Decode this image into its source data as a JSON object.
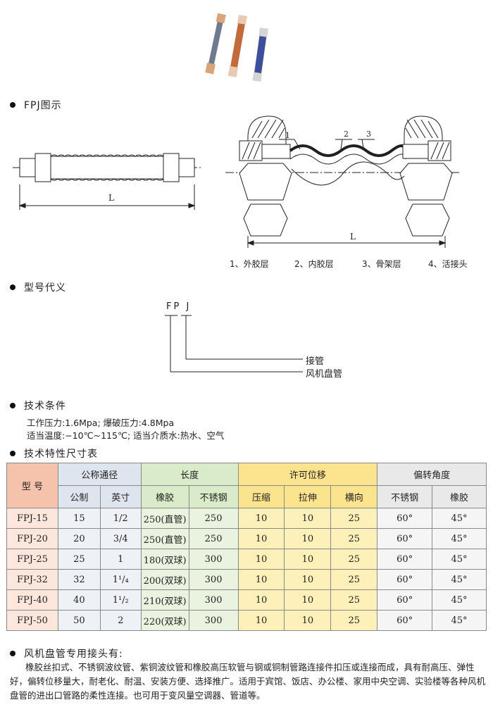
{
  "sections": {
    "diagram": "FPJ图示",
    "model": "型号代义",
    "tech": "技术条件",
    "table": "技术特性尺寸表",
    "connector": "风机盘管专用接头有:"
  },
  "diagram": {
    "length_label_left": "L",
    "length_label_right": "L",
    "callouts": [
      "1",
      "2",
      "3"
    ],
    "legend": [
      "1、外胶层",
      "2、内胶层",
      "3、骨架层",
      "4、活接头"
    ]
  },
  "model_code": {
    "letters": "FP J",
    "line1": "接管",
    "line2": "风机盘管"
  },
  "tech": {
    "line1": "工作压力:1.6Mpa; 爆破压力:4.8Mpa",
    "line2": "适当温度:−10℃~115℃; 适当介质水:热水、空气"
  },
  "table": {
    "h_type": "型 号",
    "h_dn": "公称通径",
    "h_len": "长度",
    "h_mov": "许可位移",
    "h_ang": "偏转角度",
    "sub": [
      "公制",
      "英寸",
      "橡胶",
      "不锈钢",
      "压缩",
      "拉伸",
      "横向",
      "不锈钢",
      "橡胶"
    ],
    "rows": [
      [
        "FPJ-15",
        "15",
        "1/2",
        "250(直管)",
        "250",
        "10",
        "10",
        "25",
        "60°",
        "45°"
      ],
      [
        "FPJ-20",
        "20",
        "3/4",
        "250(直管)",
        "250",
        "10",
        "10",
        "25",
        "60°",
        "45°"
      ],
      [
        "FPJ-25",
        "25",
        "1",
        "180(双球)",
        "300",
        "10",
        "10",
        "25",
        "60°",
        "45°"
      ],
      [
        "FPJ-32",
        "32",
        "1¹/₄",
        "200(双球)",
        "300",
        "10",
        "10",
        "25",
        "60°",
        "45°"
      ],
      [
        "FPJ-40",
        "40",
        "1¹/₂",
        "210(双球)",
        "300",
        "10",
        "10",
        "25",
        "60°",
        "45°"
      ],
      [
        "FPJ-50",
        "50",
        "2",
        "220(双球)",
        "300",
        "10",
        "10",
        "25",
        "60°",
        "45°"
      ]
    ]
  },
  "paragraph": "橡胶丝扣式、不锈钢波纹管、紫铜波纹管和橡胶高压软管与钢或铜制管路连接件扣压或连接而成，具有耐高压、弹性好，偏转位移量大，耐老化、耐温、安装方便、选择推广。适用于宾馆、饭店、办公楼、家用中央空调、实验楼等各种风机盘管的进出口管路的柔性连接。也可用于变风量空调器、管道等。"
}
